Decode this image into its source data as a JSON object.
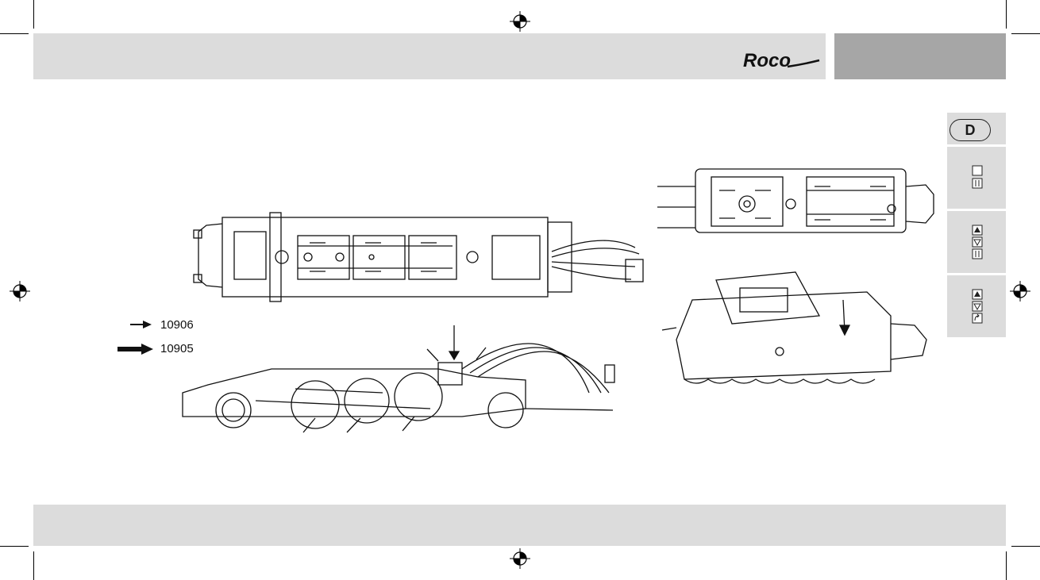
{
  "header": {
    "brand": "Roco"
  },
  "sidebar": {
    "language_code": "D"
  },
  "legend": [
    {
      "label": "10906",
      "icon": "thin-arrow-icon"
    },
    {
      "label": "10905",
      "icon": "thick-arrow-icon"
    }
  ],
  "colors": {
    "bar": "#dcdcdc",
    "tab": "#a6a6a6",
    "ink": "#1a1a1a"
  }
}
